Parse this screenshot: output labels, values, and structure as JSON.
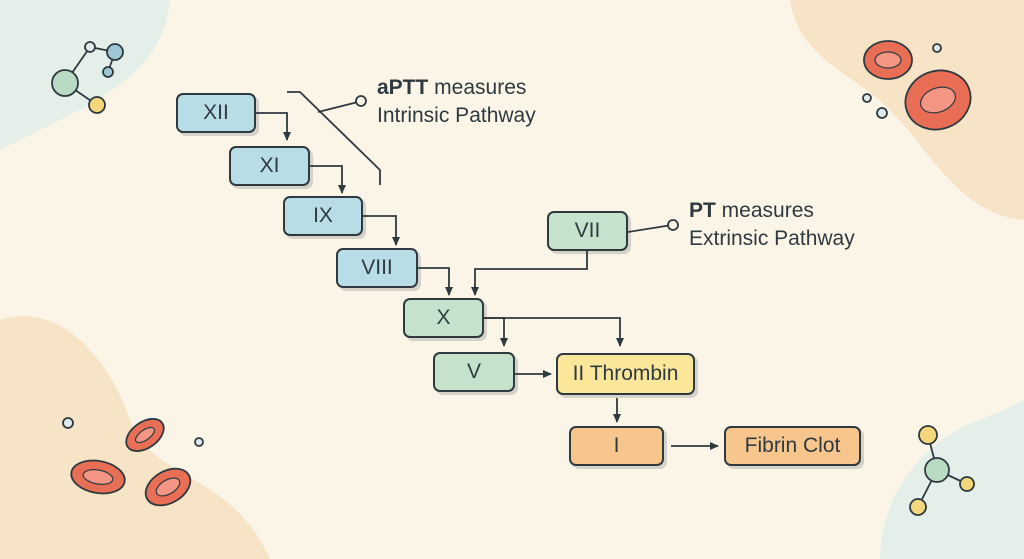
{
  "diagram": {
    "intrinsic_factors": [
      "XII",
      "XI",
      "IX",
      "VIII"
    ],
    "extrinsic_factor": "VII",
    "common_factors": {
      "x": "X",
      "v": "V",
      "thrombin": "II Thrombin",
      "fibrinogen": "I",
      "fibrin_clot": "Fibrin Clot"
    },
    "aptt_label": {
      "bold": "aPTT",
      "rest": " measures",
      "line2": "Intrinsic Pathway"
    },
    "pt_label": {
      "bold": "PT",
      "rest": " measures",
      "line2": "Extrinsic Pathway"
    }
  },
  "colors": {
    "intrinsic": "#b9dde6",
    "extrinsic_common": "#c5e3cc",
    "thrombin": "#fbe79a",
    "fibrin": "#f7c68c",
    "background": "#fbf5e8"
  }
}
